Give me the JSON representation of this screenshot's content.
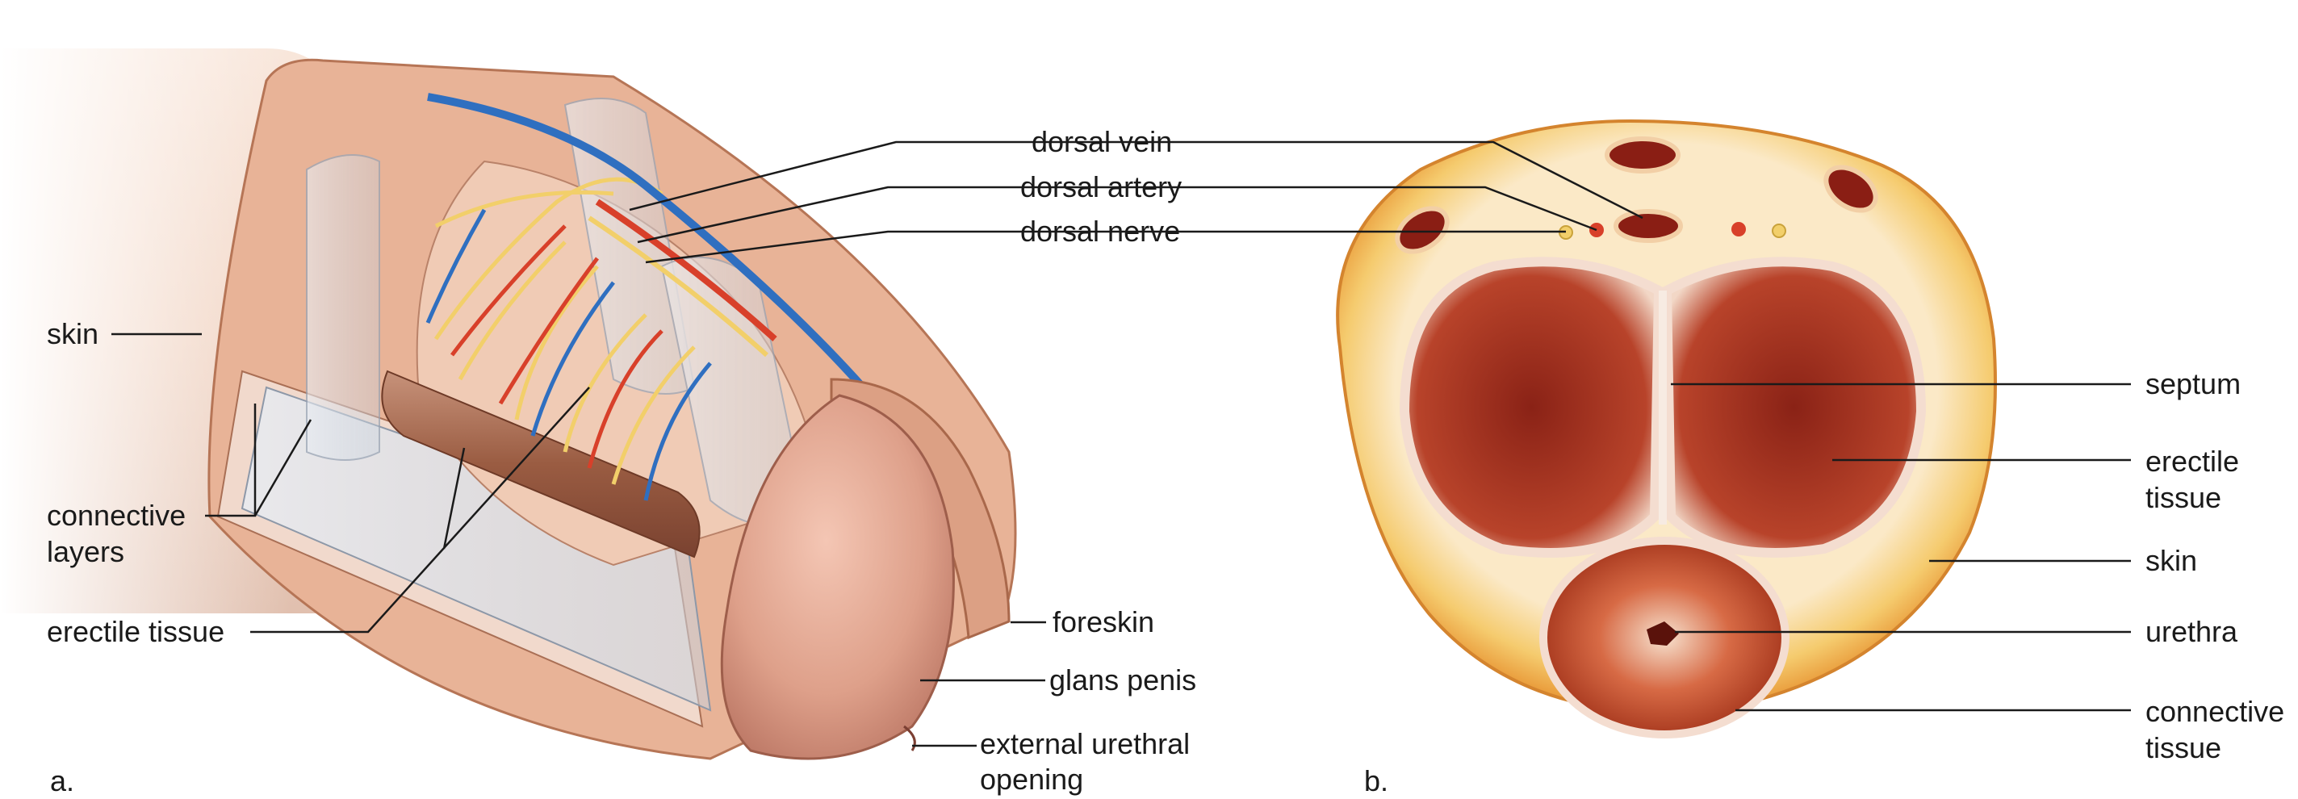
{
  "panel_a": {
    "marker": "a.",
    "labels": {
      "dorsal_vein": "dorsal vein",
      "dorsal_artery": "dorsal artery",
      "dorsal_nerve": "dorsal nerve",
      "skin": "skin",
      "connective_layers_1": "connective",
      "connective_layers_2": "layers",
      "erectile_tissue": "erectile tissue",
      "foreskin": "foreskin",
      "glans_penis": "glans penis",
      "external_urethral_1": "external urethral",
      "external_urethral_2": "opening"
    }
  },
  "panel_b": {
    "marker": "b.",
    "labels": {
      "septum": "septum",
      "erectile_1": "erectile",
      "erectile_2": "tissue",
      "skin": "skin",
      "urethra": "urethra",
      "connective_1": "connective",
      "connective_2": "tissue"
    }
  },
  "colors": {
    "skin_tone": "#e9b79a",
    "skin_shadow": "#c98b6c",
    "vein": "#2f6fc0",
    "artery": "#d8402a",
    "nerve": "#f2cf6a",
    "erectile_dark": "#7a1f14",
    "erectile_light": "#e98a5c",
    "cross_skin": "#f2c35c",
    "leader": "#1a1a1a"
  }
}
